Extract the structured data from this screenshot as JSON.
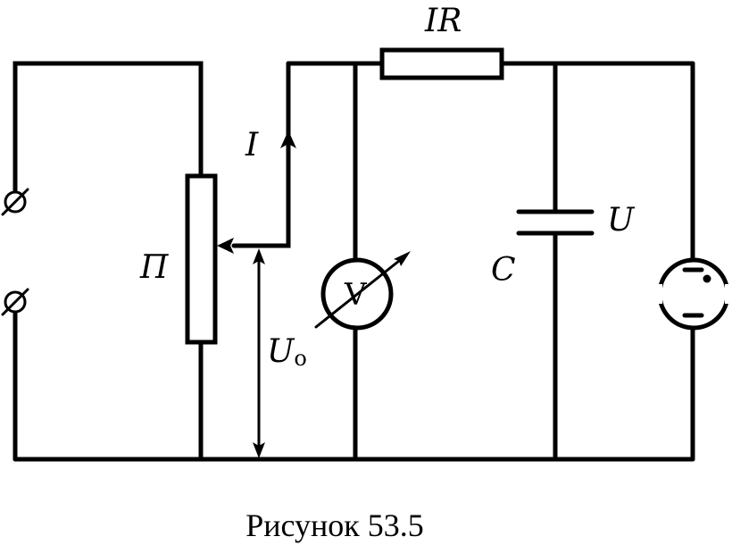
{
  "labels": {
    "resistor": "IR",
    "current": "I",
    "potentiometer": "П",
    "voltage_base": "U",
    "voltage_sub": "o",
    "voltmeter": "V",
    "capacitor": "C",
    "capacitor_voltage": "U"
  },
  "caption": "Рисунок 53.5"
}
